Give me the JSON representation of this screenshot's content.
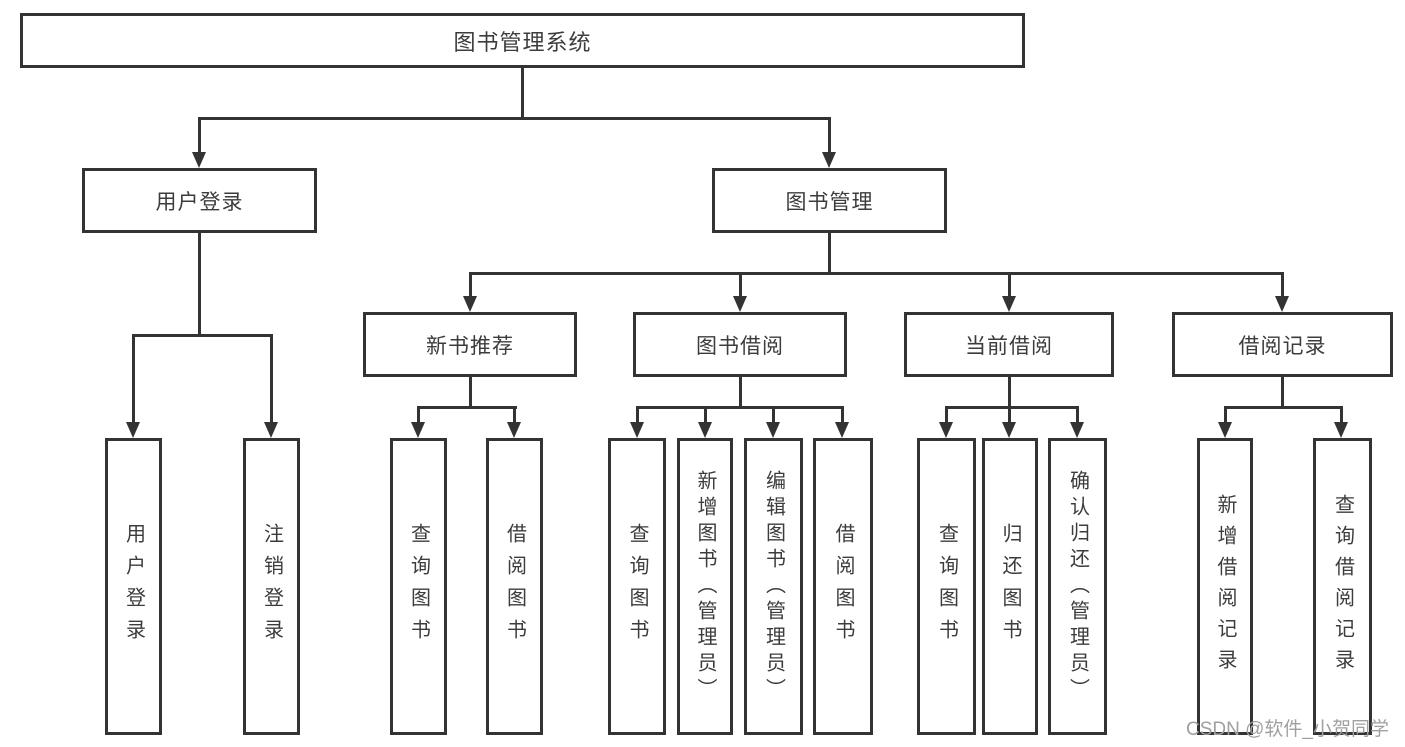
{
  "nodes": {
    "root": "图书管理系统",
    "user_login": "用户登录",
    "book_mgmt": "图书管理",
    "new_book_rec": "新书推荐",
    "book_borrow": "图书借阅",
    "current_borrow": "当前借阅",
    "borrow_records": "借阅记录",
    "ul_user_login": "用户登录",
    "ul_logout": "注销登录",
    "nbr_query_books": "查询图书",
    "nbr_borrow_books": "借阅图书",
    "bb_query_books": "查询图书",
    "bb_add_books": "新增图书（管理员）",
    "bb_edit_books": "编辑图书（管理员）",
    "bb_borrow_books": "借阅图书",
    "cb_query_books": "查询图书",
    "cb_return_books": "归还图书",
    "cb_confirm_return": "确认归还（管理员）",
    "br_add_record": "新增借阅记录",
    "br_query_record": "查询借阅记录"
  },
  "watermark": "CSDN @软件_小贺同学",
  "colors": {
    "line": "#333333",
    "text": "#3c3c3c",
    "watermark": "#a0a0a0",
    "background": "#ffffff"
  }
}
